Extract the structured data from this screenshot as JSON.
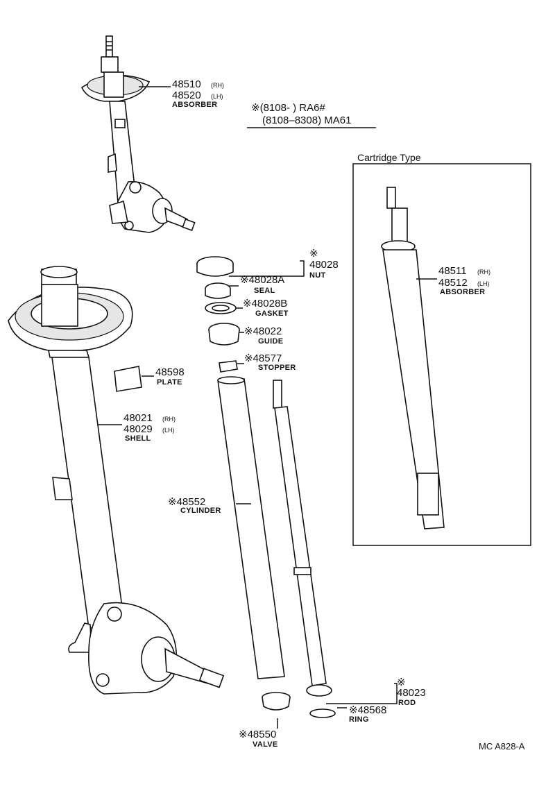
{
  "applicability": {
    "line1": "※(8108-     ) RA6#",
    "line2": "(8108–8308) MA61"
  },
  "cartridge": {
    "title": "Cartridge Type"
  },
  "figure_code": "MC  A828-A",
  "parts": {
    "absorber_top": {
      "num_rh": "48510",
      "rh": "(RH)",
      "num_lh": "48520",
      "lh": "(LH)",
      "name": "ABSORBER"
    },
    "nut": {
      "mark": "※",
      "num": "48028",
      "name": "NUT"
    },
    "seal": {
      "num": "※48028A",
      "name": "SEAL"
    },
    "gasket": {
      "num": "※48028B",
      "name": "GASKET"
    },
    "guide": {
      "num": "※48022",
      "name": "GUIDE"
    },
    "stopper": {
      "num": "※48577",
      "name": "STOPPER"
    },
    "plate": {
      "num": "48598",
      "name": "PLATE"
    },
    "shell": {
      "num_rh": "48021",
      "rh": "(RH)",
      "num_lh": "48029",
      "lh": "(LH)",
      "name": "SHELL"
    },
    "cylinder": {
      "num": "※48552",
      "name": "CYLINDER"
    },
    "rod": {
      "mark": "※",
      "num": "48023",
      "name": "ROD"
    },
    "ring": {
      "num": "※48568",
      "name": "RING"
    },
    "valve": {
      "num": "※48550",
      "name": "VALVE"
    },
    "absorber_cart": {
      "num_rh": "48511",
      "rh": "(RH)",
      "num_lh": "48512",
      "lh": "(LH)",
      "name": "ABSORBER"
    }
  }
}
